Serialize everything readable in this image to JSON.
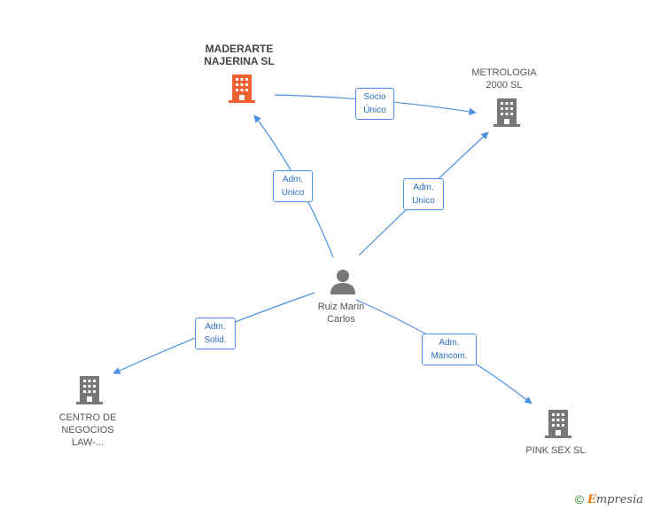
{
  "colors": {
    "edge": "#4a90e2",
    "building_main": "#f06030",
    "building": "#777777",
    "person": "#777777"
  },
  "nodes": {
    "maderarte": {
      "label": "MADERARTE\nNAJERINA SL",
      "icon": "building-icon-highlighted"
    },
    "metrologia": {
      "label": "METROLOGIA\n2000 SL",
      "icon": "building-icon"
    },
    "person": {
      "label": "Ruiz Marin\nCarlos",
      "icon": "person-icon"
    },
    "centro": {
      "label": "CENTRO DE\nNEGOCIOS\nLAW-...",
      "icon": "building-icon"
    },
    "pinksex": {
      "label": "PINK SEX  SL",
      "icon": "building-icon"
    }
  },
  "edges": {
    "socio": "Socio\nÚnico",
    "adm_unico_left": "Adm.\nUnico",
    "adm_unico_right": "Adm.\nUnico",
    "adm_solid": "Adm.\nSolid.",
    "adm_mancom": "Adm.\nMancom."
  },
  "footer": {
    "copyright": "©",
    "brand_e": "E",
    "brand_rest": "mpresia"
  }
}
